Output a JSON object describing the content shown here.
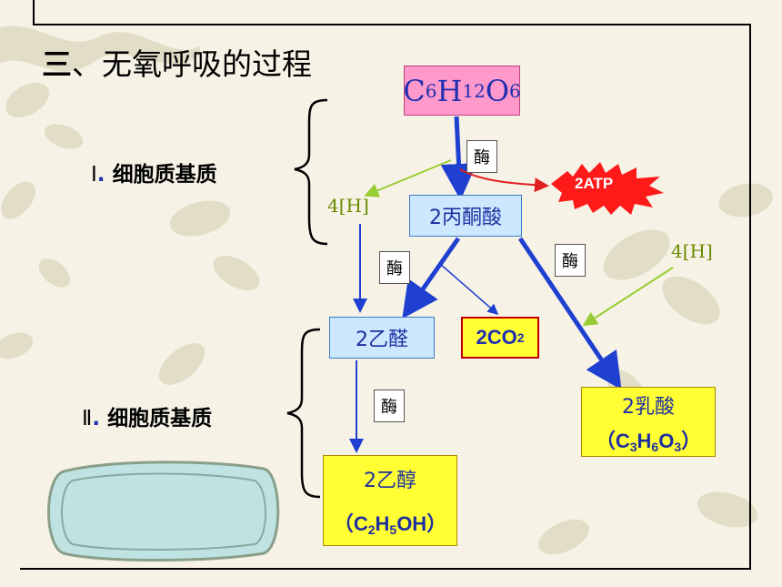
{
  "title": {
    "prefix": "三",
    "text": "、无氧呼吸的过程"
  },
  "stages": [
    {
      "numeral": "Ⅰ",
      "dot": ".",
      "label": "细胞质基质"
    },
    {
      "numeral": "Ⅱ",
      "dot": ".",
      "label": "细胞质基质"
    }
  ],
  "glucose": {
    "c": "C",
    "c_sub": "6",
    "h": "H",
    "h_sub": "12",
    "o": "O",
    "o_sub": "6"
  },
  "enzyme_label": "酶",
  "atp": "2ATP",
  "hydrogen_left": "4[H]",
  "hydrogen_right": "4[H]",
  "pyruvate": "2丙酮酸",
  "acetaldehyde": "2乙醛",
  "co2": {
    "text": "2CO",
    "sub": "2"
  },
  "lactate": {
    "name": "2乳酸",
    "open": "（",
    "c": "C",
    "c_sub": "3",
    "h": "H",
    "h_sub": "6",
    "o": "O",
    "o_sub": "3",
    "close": "）"
  },
  "ethanol": {
    "name": "2乙醇",
    "open": "（",
    "c": "C",
    "c_sub": "2",
    "h": "H",
    "h_sub": "5",
    "oh": "OH",
    "close": "）"
  },
  "colors": {
    "blue_arrow": "#1f3fd0",
    "green_arrow": "#99cc33",
    "red_arrow": "#e02020",
    "atp_star": "#ff1a1a"
  }
}
